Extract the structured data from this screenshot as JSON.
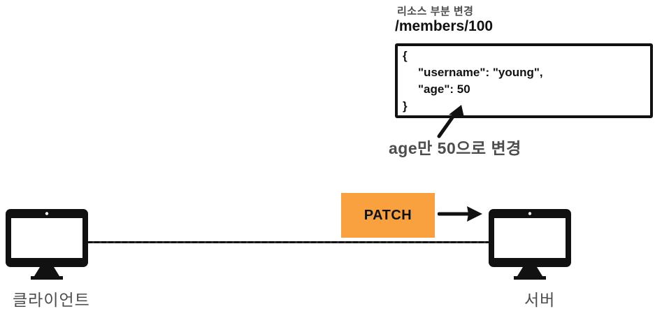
{
  "annotation": {
    "title": "리소스 부분 변경",
    "endpoint": "/members/100",
    "body_lines": [
      "{",
      "\"username\": \"young\",",
      "\"age\": 50",
      "}"
    ],
    "note": "age만 50으로 변경"
  },
  "request": {
    "method": "PATCH"
  },
  "nodes": {
    "client": "클라이언트",
    "server": "서버"
  },
  "colors": {
    "method_bg": "#F9A03F",
    "ink": "#111111",
    "muted": "#4d4d4d"
  }
}
